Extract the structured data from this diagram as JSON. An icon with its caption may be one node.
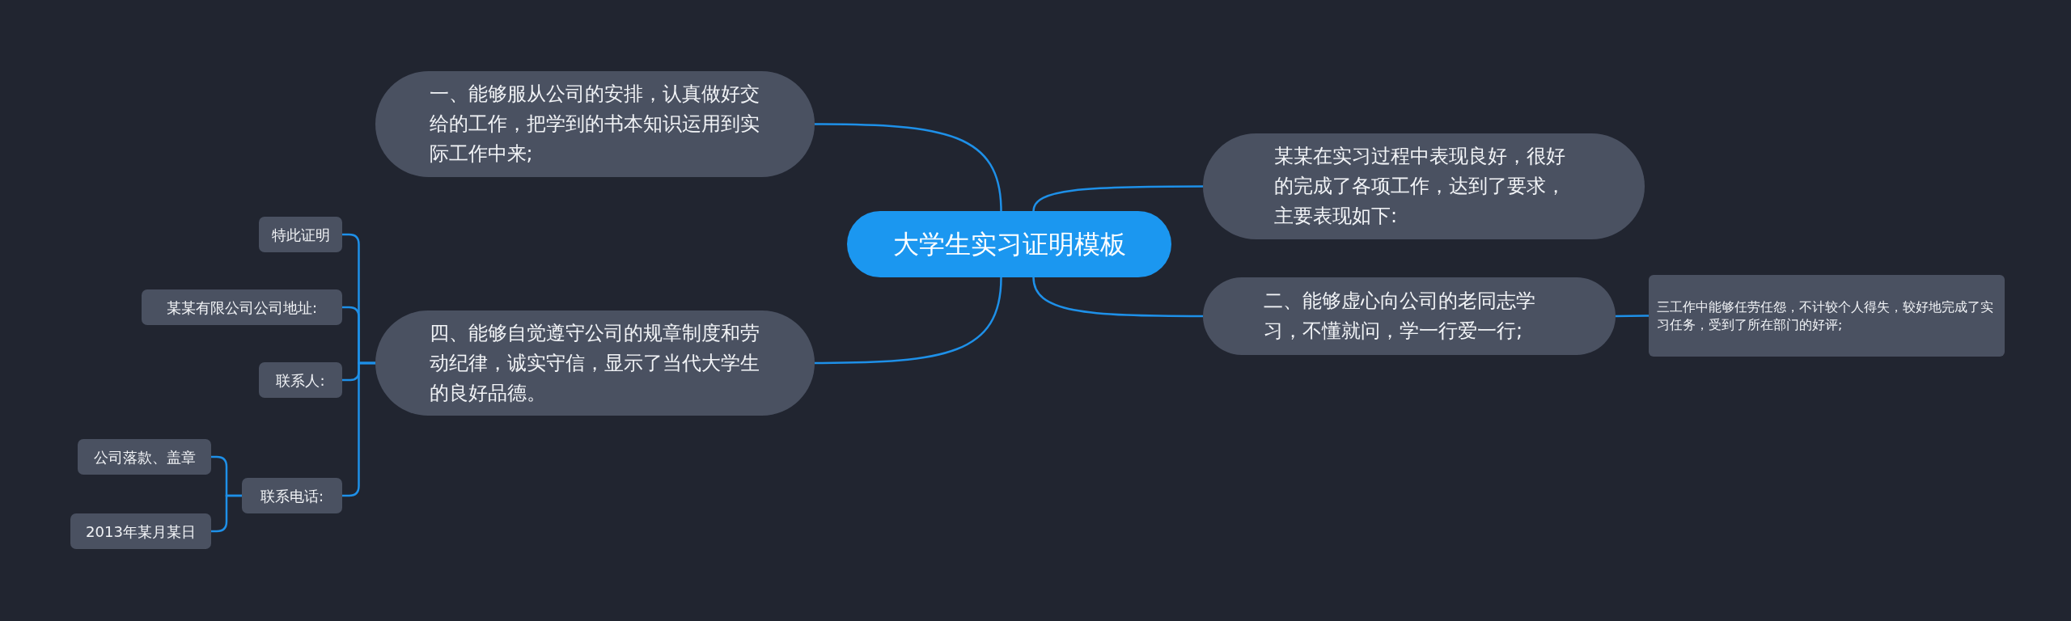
{
  "diagram": {
    "nodes": [
      {
        "text": [
          "大学生实习证明模板"
        ]
      },
      {
        "text": [
          "一、能够服从公司的安排，认真做好交给的工作，把学到的书本知识运用到实际工作中来;"
        ]
      },
      {
        "text": [
          "某某在实习过程中表现良好，很好的完成了各项工作，达到了要求，主要表现如下:"
        ]
      },
      {
        "text": [
          "二、能够虚心向公司的老同志学习，不懂就问，学一行爱一行;"
        ]
      },
      {
        "text": [
          "三工作中能够任劳任怨，不计较个人得失，较好地完成了实习任务，受到了所在部门的好评;"
        ]
      },
      {
        "text": [
          "四、能够自觉遵守公司的规章制度和劳动纪律，诚实守信，显示了当代大学生的良好品德。"
        ]
      },
      {
        "text": [
          "特此证明"
        ]
      },
      {
        "text": [
          "某某有限公司公司地址:"
        ]
      },
      {
        "text": [
          "联系人:"
        ]
      },
      {
        "text": [
          "联系电话:"
        ]
      },
      {
        "text": [
          "公司落款、盖章"
        ]
      },
      {
        "text": [
          "2013年某月某日"
        ]
      }
    ],
    "edges": [
      {
        "from": 0,
        "to": 1,
        "arrow": "none"
      },
      {
        "from": 0,
        "to": 2,
        "arrow": "none"
      },
      {
        "from": 0,
        "to": 3,
        "arrow": "none"
      },
      {
        "from": 3,
        "to": 4,
        "arrow": "none"
      },
      {
        "from": 0,
        "to": 5,
        "arrow": "none"
      },
      {
        "from": 5,
        "to": 6,
        "arrow": "none"
      },
      {
        "from": 5,
        "to": 7,
        "arrow": "none"
      },
      {
        "from": 5,
        "to": 8,
        "arrow": "none"
      },
      {
        "from": 5,
        "to": 9,
        "arrow": "none"
      },
      {
        "from": 9,
        "to": 10,
        "arrow": "none"
      },
      {
        "from": 9,
        "to": 11,
        "arrow": "none"
      }
    ]
  }
}
